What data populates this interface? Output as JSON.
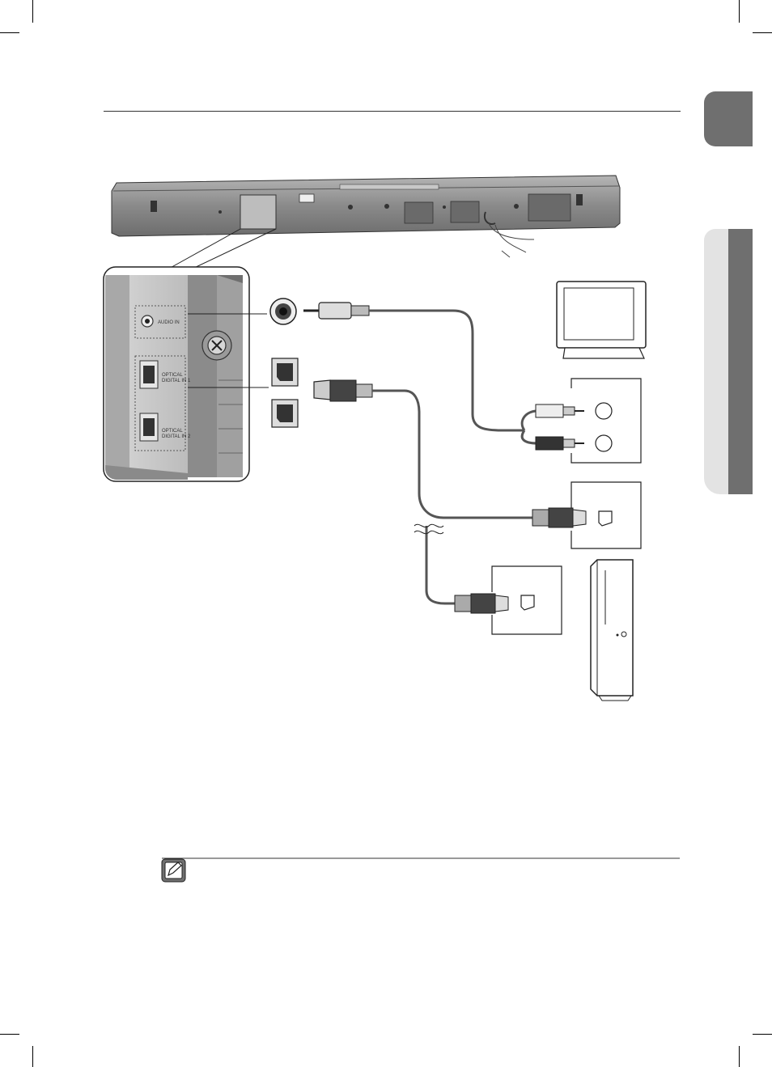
{
  "panel_labels": {
    "audio_in": "AUDIO IN",
    "optical_1_line1": "OPTICAL",
    "optical_1_line2": "DIGITAL IN 1",
    "optical_2_line1": "OPTICAL",
    "optical_2_line2": "DIGITAL IN 2"
  },
  "colors": {
    "tab_dark": "#6f6f6f",
    "tab_light": "#e3e3e3",
    "soundbar": "#8c8c8c",
    "panel": "#c9c9c9",
    "cable": "#555555"
  },
  "icons": {
    "note": "pencil-note-icon"
  }
}
